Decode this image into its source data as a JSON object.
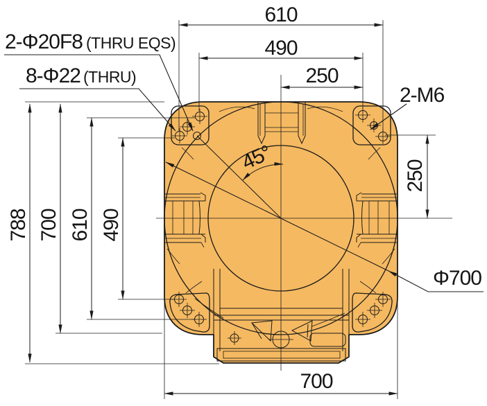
{
  "drawing": {
    "colors": {
      "plate_fill": "#F5B961",
      "line": "#1B1B1B",
      "text": "#151515",
      "background": "#FFFFFF"
    },
    "callouts": {
      "dowel_holes": "2-Φ20F8",
      "dowel_holes_note": "(THRU EQS)",
      "bolt_holes": "8-Φ22",
      "bolt_holes_note": "(THRU)",
      "tapped_holes": "2-M6",
      "angle": "45°",
      "base_diameter": "Φ700"
    },
    "dimensions": {
      "top": [
        "610",
        "490",
        "250"
      ],
      "left": [
        "788",
        "700",
        "610",
        "490"
      ],
      "right": [
        "250"
      ],
      "bottom": [
        "700"
      ]
    }
  }
}
